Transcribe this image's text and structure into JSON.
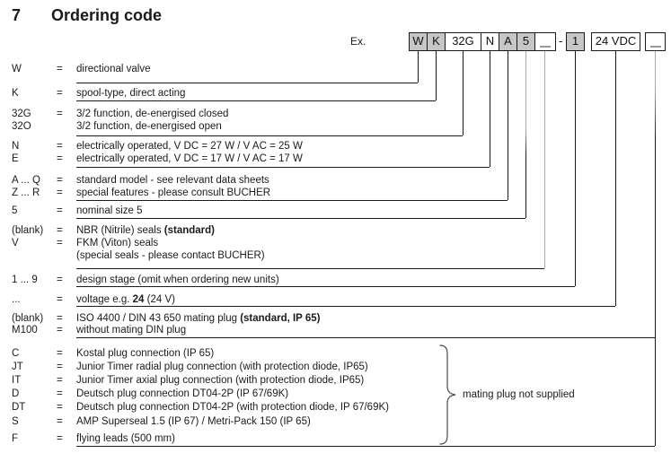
{
  "title": {
    "section_number": "7",
    "text": "Ordering code"
  },
  "example": {
    "label": "Ex.",
    "separator": "-"
  },
  "boxes": [
    {
      "label": "W",
      "filled": true,
      "blank": false
    },
    {
      "label": "K",
      "filled": true,
      "blank": false
    },
    {
      "label": "32G",
      "filled": false,
      "blank": false
    },
    {
      "label": "N",
      "filled": false,
      "blank": false
    },
    {
      "label": "A",
      "filled": true,
      "blank": false
    },
    {
      "label": "5",
      "filled": true,
      "blank": false
    },
    {
      "label": "",
      "filled": false,
      "blank": true
    },
    {
      "label": "1",
      "filled": true,
      "blank": false
    },
    {
      "label": "24 VDC",
      "filled": false,
      "blank": false
    },
    {
      "label": "",
      "filled": false,
      "blank": true
    }
  ],
  "rows": [
    {
      "code": "W",
      "eq": "=",
      "desc": "directional valve"
    },
    {
      "code": "K",
      "eq": "=",
      "desc": "spool-type, direct acting"
    },
    {
      "code": "32G",
      "eq": "=",
      "desc": "3/2 function, de-energised closed"
    },
    {
      "code": "32O",
      "eq": "",
      "desc": "3/2 function, de-energised open"
    },
    {
      "code": "N",
      "eq": "=",
      "desc": "electrically operated, V DC = 27 W  /  V AC = 25 W"
    },
    {
      "code": "E",
      "eq": "=",
      "desc": "electrically operated, V DC = 17 W  /  V AC = 17 W"
    },
    {
      "code": "A ... Q",
      "eq": "=",
      "desc": "standard model - see relevant data sheets"
    },
    {
      "code": "Z ... R",
      "eq": "=",
      "desc": "special features - please consult BUCHER"
    },
    {
      "code": "5",
      "eq": "=",
      "desc": "nominal size 5"
    },
    {
      "code": "(blank)",
      "eq": "=",
      "parts": [
        {
          "t": "NBR (Nitrile) seals  "
        },
        {
          "t": "(standard)",
          "b": true
        }
      ]
    },
    {
      "code": "V",
      "eq": "=",
      "desc": "FKM (Viton) seals"
    },
    {
      "code": "",
      "eq": "",
      "desc": "(special seals - please contact BUCHER)"
    },
    {
      "code": "1 ... 9",
      "eq": "=",
      "desc": "design stage (omit when ordering new units)"
    },
    {
      "code": "...",
      "eq": "=",
      "parts": [
        {
          "t": "voltage e.g. "
        },
        {
          "t": "24",
          "b": true
        },
        {
          "t": " (24 V)"
        }
      ]
    },
    {
      "code": "(blank)",
      "eq": "=",
      "parts": [
        {
          "t": "ISO 4400 / DIN 43 650 mating plug "
        },
        {
          "t": "(standard, IP 65)",
          "b": true
        }
      ]
    },
    {
      "code": "M100",
      "eq": "=",
      "desc": "without mating DIN plug"
    },
    {
      "code": "C",
      "eq": "=",
      "desc": "Kostal plug connection (IP 65)"
    },
    {
      "code": "JT",
      "eq": "=",
      "desc": "Junior Timer radial plug connection (with protection diode, IP65)"
    },
    {
      "code": "IT",
      "eq": "=",
      "desc": "Junior Timer axial plug connection (with protection diode, IP65)"
    },
    {
      "code": "D",
      "eq": "=",
      "desc": "Deutsch plug connection DT04-2P (IP 67/69K)"
    },
    {
      "code": "DT",
      "eq": "=",
      "desc": "Deutsch plug connection DT04-2P (with protection diode, IP 67/69K)"
    },
    {
      "code": "S",
      "eq": "=",
      "desc": "AMP Superseal 1.5 (IP 67) / Metri-Pack 150 (IP 65)"
    },
    {
      "code": "F",
      "eq": "=",
      "desc": "flying leads (500 mm)"
    }
  ],
  "brace_note": "mating plug not supplied",
  "colors": {
    "box_fill": "#c6c6c6",
    "line": "#1a1a1a",
    "blank_line": "#9a9a9a",
    "text": "#1a1a1a"
  }
}
